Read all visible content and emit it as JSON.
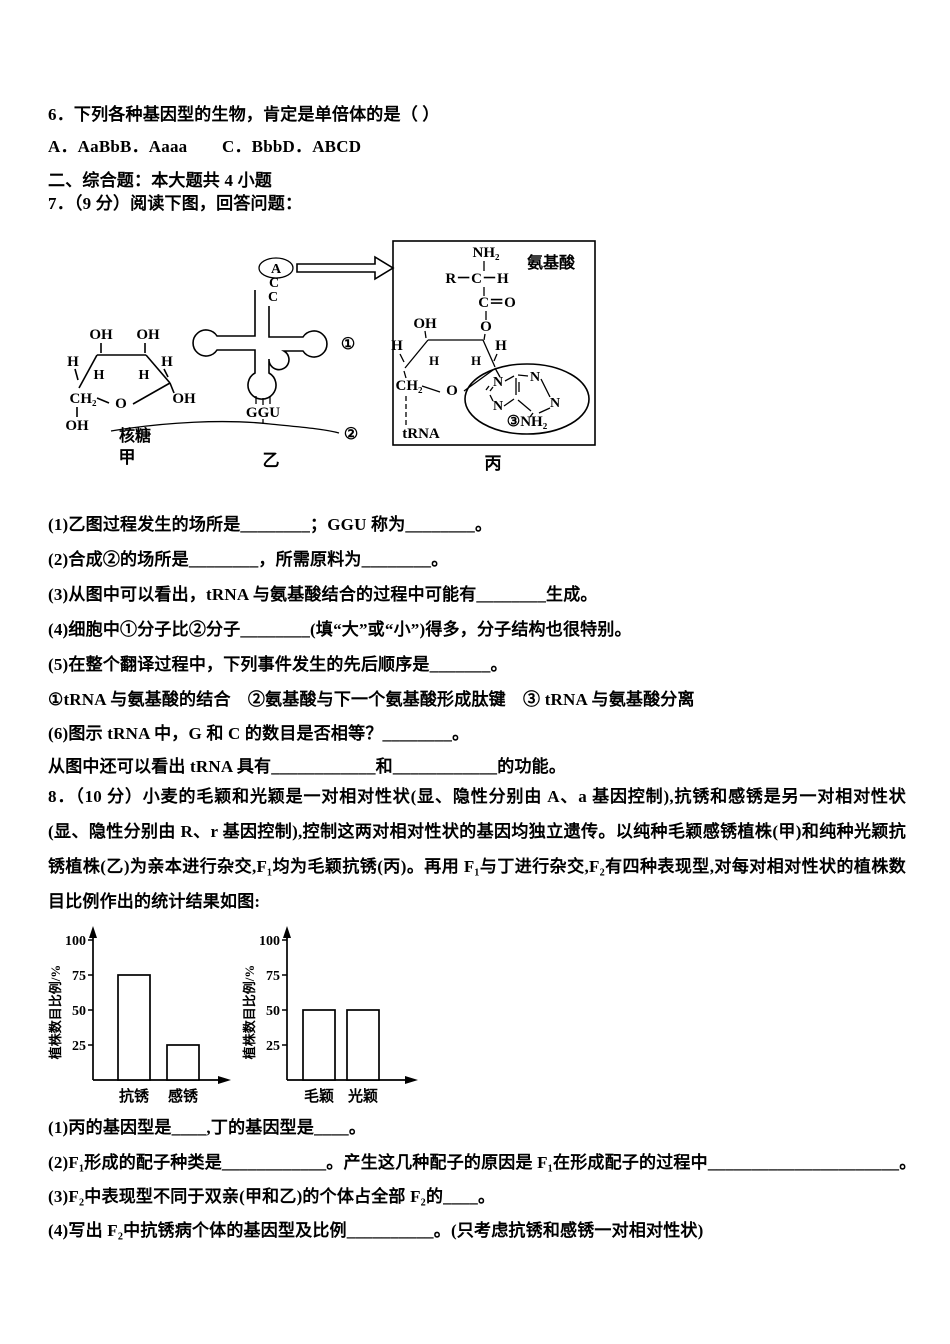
{
  "page": {
    "background": "#ffffff",
    "text_color": "#000000"
  },
  "q6": {
    "stem": "6．下列各种基因型的生物，肯定是单倍体的是（ ）",
    "options_left": "A．AaBbB．Aaaa",
    "options_right": "C．BbbD．ABCD"
  },
  "section2": {
    "title": "二、综合题：本大题共 4 小题"
  },
  "q7": {
    "stem": "7．（9 分）阅读下图，回答问题：",
    "diagram": {
      "jia": {
        "oh": "OH",
        "h": "H",
        "ch2": "CH₂",
        "o": "O",
        "name": "核糖",
        "tag": "甲"
      },
      "yi": {
        "a": "A",
        "c": "C",
        "anticodon": "GGU",
        "mark1": "①",
        "mark2": "②",
        "tag": "乙"
      },
      "bing": {
        "nh2": "NH₂",
        "rch": "R－C－H",
        "co": "C＝O",
        "o": "O",
        "oh": "OH",
        "h": "H",
        "ch2": "CH₂",
        "ring_o": "O",
        "trna": "tRNA",
        "n": "N",
        "nh2_3": "③NH₂",
        "amino": "氨基酸",
        "tag": "丙"
      }
    },
    "sub": [
      "(1)乙图过程发生的场所是________；GGU 称为________。",
      "(2)合成②的场所是________，所需原料为________。",
      "(3)从图中可以看出，tRNA 与氨基酸结合的过程中可能有________生成。",
      "(4)细胞中①分子比②分子________(填“大”或“小”)得多，分子结构也很特别。",
      "(5)在整个翻译过程中，下列事件发生的先后顺序是_______。",
      "①tRNA 与氨基酸的结合　②氨基酸与下一个氨基酸形成肽键　③ tRNA 与氨基酸分离",
      "(6)图示 tRNA 中，G 和 C 的数目是否相等？________。",
      "从图中还可以看出 tRNA 具有____________和____________的功能。"
    ]
  },
  "q8": {
    "stem": "8．（10 分）小麦的毛颖和光颖是一对相对性状(显、隐性分别由 A、a 基因控制),抗锈和感锈是另一对相对性状(显、隐性分别由 R、r 基因控制),控制这两对相对性状的基因均独立遗传。以纯种毛颖感锈植株(甲)和纯种光颖抗锈植株(乙)为亲本进行杂交,F₁均为毛颖抗锈(丙)。再用 F₁与丁进行杂交,F₂有四种表现型,对每对相对性状的植株数目比例作出的统计结果如图:",
    "sub": [
      "(1)丙的基因型是____,丁的基因型是____。",
      "(2)F₁形成的配子种类是____________。产生这几种配子的原因是 F₁在形成配子的过程中______________________。",
      "(3)F₂中表现型不同于双亲(甲和乙)的个体占全部 F₂的____。",
      "(4)写出 F₂中抗锈病个体的基因型及比例__________。(只考虑抗锈和感锈一对相对性状)"
    ]
  },
  "chart_data": [
    {
      "type": "bar",
      "categories": [
        "抗锈",
        "感锈"
      ],
      "values": [
        75,
        25
      ],
      "title": "",
      "xlabel": "",
      "ylabel": "植株数目比例/%",
      "yticks": [
        25,
        50,
        75,
        100
      ],
      "ylim": [
        0,
        100
      ],
      "grid": false,
      "legend": "none"
    },
    {
      "type": "bar",
      "categories": [
        "毛颖",
        "光颖"
      ],
      "values": [
        50,
        50
      ],
      "title": "",
      "xlabel": "",
      "ylabel": "植株数目比例/%",
      "yticks": [
        25,
        50,
        75,
        100
      ],
      "ylim": [
        0,
        100
      ],
      "grid": false,
      "legend": "none"
    }
  ]
}
